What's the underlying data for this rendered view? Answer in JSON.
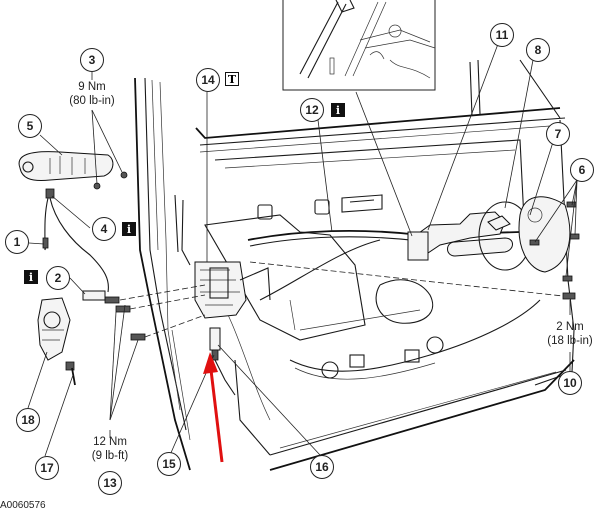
{
  "figure": {
    "id": "A0060576",
    "subject": "Front door latch, exterior handle and lock components (exploded view)",
    "highlight_color": "#e01010"
  },
  "callouts": [
    {
      "n": "1"
    },
    {
      "n": "2"
    },
    {
      "n": "3"
    },
    {
      "n": "4"
    },
    {
      "n": "5"
    },
    {
      "n": "6"
    },
    {
      "n": "7"
    },
    {
      "n": "8"
    },
    {
      "n": "10"
    },
    {
      "n": "11"
    },
    {
      "n": "12"
    },
    {
      "n": "13"
    },
    {
      "n": "14"
    },
    {
      "n": "15"
    },
    {
      "n": "16"
    },
    {
      "n": "17"
    },
    {
      "n": "18"
    }
  ],
  "torques": {
    "t3": {
      "line1": "9 Nm",
      "line2": "(80 lb-in)"
    },
    "t10": {
      "line1": "2 Nm",
      "line2": "(18 lb-in)"
    },
    "t13": {
      "line1": "12 Nm",
      "line2": "(9 lb-ft)"
    }
  },
  "icons": {
    "info_glyph": "i",
    "tool_glyph": "T"
  }
}
